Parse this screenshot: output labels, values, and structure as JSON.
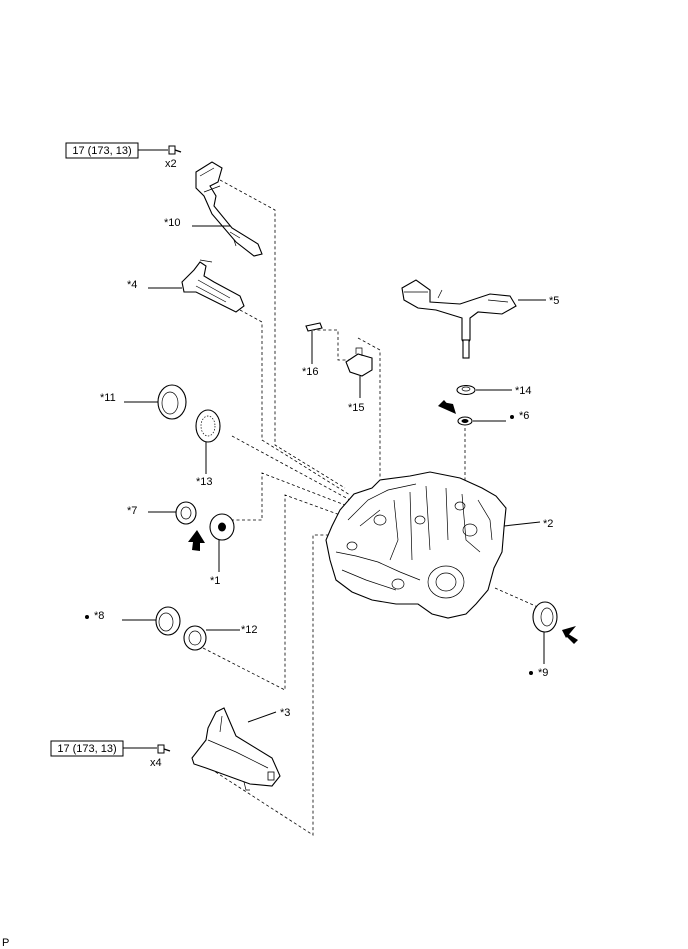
{
  "torque_callouts": [
    {
      "id": "torque-upper",
      "text": "17 (173, 13)",
      "qty": "x2"
    },
    {
      "id": "torque-lower",
      "text": "17 (173, 13)",
      "qty": "x4"
    }
  ],
  "part_labels": {
    "p1": "*1",
    "p2": "*2",
    "p3": "*3",
    "p4": "*4",
    "p5": "*5",
    "p6": "*6",
    "p7": "*7",
    "p8": "*8",
    "p9": "*9",
    "p10": "*10",
    "p11": "*11",
    "p12": "*12",
    "p13": "*13",
    "p14": "*14",
    "p15": "*15",
    "p16": "*16"
  },
  "footer_mark": "P"
}
